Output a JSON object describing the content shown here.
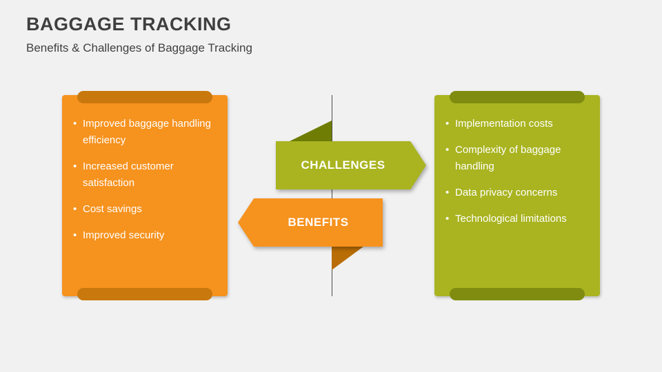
{
  "slide": {
    "title": "BAGGAGE TRACKING",
    "subtitle": "Benefits & Challenges of Baggage Tracking"
  },
  "benefits": {
    "label": "BENEFITS",
    "items": [
      "Improved baggage handling efficiency",
      "Increased customer satisfaction",
      "Cost savings",
      "Improved security"
    ]
  },
  "challenges": {
    "label": "CHALLENGES",
    "items": [
      "Implementation costs",
      "Complexity of baggage handling",
      "Data privacy concerns",
      "Technological limitations"
    ]
  },
  "colors": {
    "orange": "#f6921e",
    "orange_dark": "#c9780d",
    "orange_fold": "#b96d05",
    "green": "#a9b420",
    "green_dark": "#7f8c10",
    "green_fold": "#6f7d05",
    "title_text": "#3f3f3f",
    "background": "#f1f1f1"
  }
}
